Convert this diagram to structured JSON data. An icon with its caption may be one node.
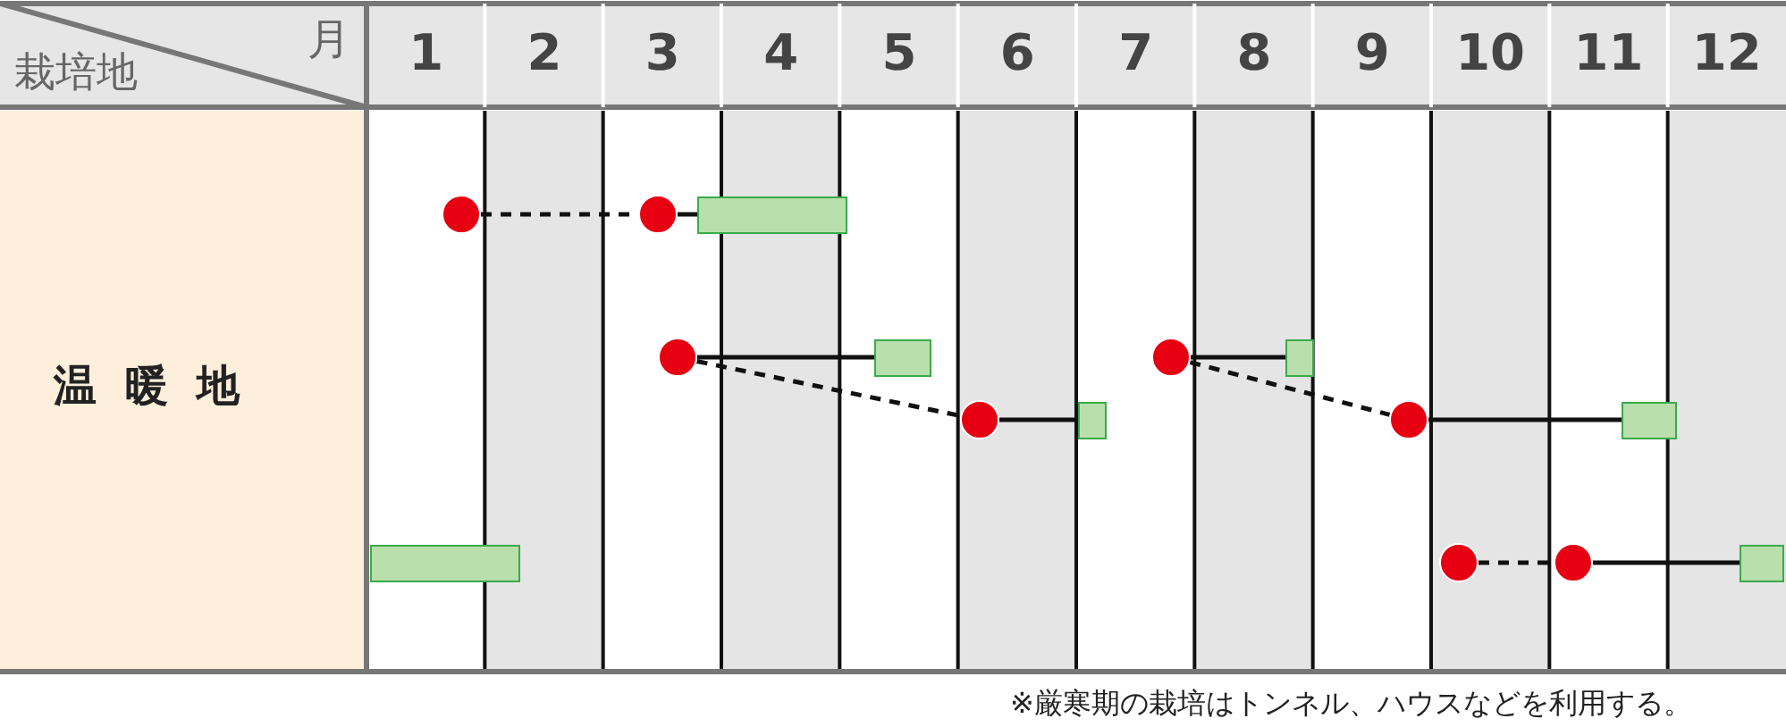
{
  "diagram": {
    "nodes": [
      {
        "text": [],
        "shape": "circle"
      },
      {
        "text": [],
        "shape": "circle"
      },
      {
        "text": [],
        "shape": "bar"
      },
      {
        "text": [],
        "shape": "circle"
      },
      {
        "text": [],
        "shape": "bar"
      },
      {
        "text": [],
        "shape": "circle"
      },
      {
        "text": [],
        "shape": "bar"
      },
      {
        "text": [],
        "shape": "circle"
      },
      {
        "text": [],
        "shape": "bar"
      },
      {
        "text": [],
        "shape": "circle"
      },
      {
        "text": [],
        "shape": "bar"
      },
      {
        "text": [],
        "shape": "bar"
      },
      {
        "text": [],
        "shape": "circle"
      },
      {
        "text": [],
        "shape": "circle"
      },
      {
        "text": [],
        "shape": "bar"
      }
    ],
    "edges": [
      {
        "from": 0,
        "to": 1,
        "arrow": "none",
        "style": "dashed"
      },
      {
        "from": 1,
        "to": 2,
        "arrow": "none"
      },
      {
        "from": 3,
        "to": 4,
        "arrow": "none"
      },
      {
        "from": 3,
        "to": 7,
        "arrow": "none",
        "style": "dashed"
      },
      {
        "from": 7,
        "to": 8,
        "arrow": "none"
      },
      {
        "from": 5,
        "to": 6,
        "arrow": "none"
      },
      {
        "from": 5,
        "to": 9,
        "arrow": "none",
        "style": "dashed"
      },
      {
        "from": 9,
        "to": 10,
        "arrow": "none"
      },
      {
        "from": 12,
        "to": 13,
        "arrow": "none",
        "style": "dashed"
      },
      {
        "from": 13,
        "to": 14,
        "arrow": "none"
      }
    ],
    "labels": [
      "栽培地",
      "月",
      "1",
      "2",
      "3",
      "4",
      "5",
      "6",
      "7",
      "8",
      "9",
      "10",
      "11",
      "12",
      "温暖地",
      "※厳寒期の栽培はトンネル、ハウスなどを利用する。"
    ]
  }
}
